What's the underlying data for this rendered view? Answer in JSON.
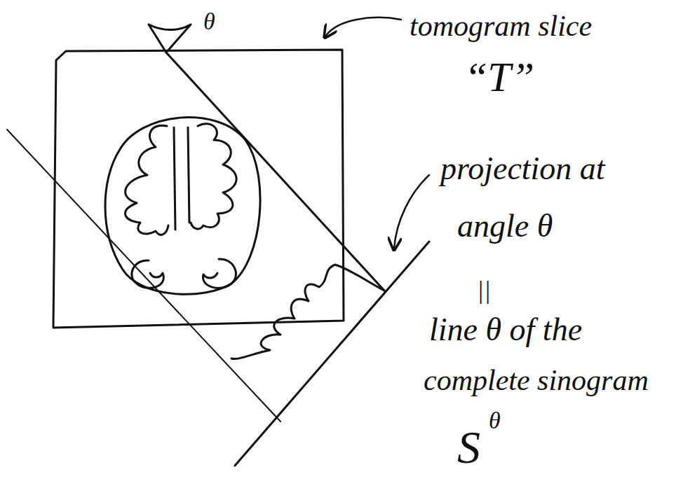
{
  "diagram": {
    "labels": [
      "θ",
      "tomogram slice",
      "“T”",
      "projection at",
      "angle θ",
      "||",
      "line θ of the",
      "complete sinogram",
      "S",
      "θ"
    ]
  }
}
